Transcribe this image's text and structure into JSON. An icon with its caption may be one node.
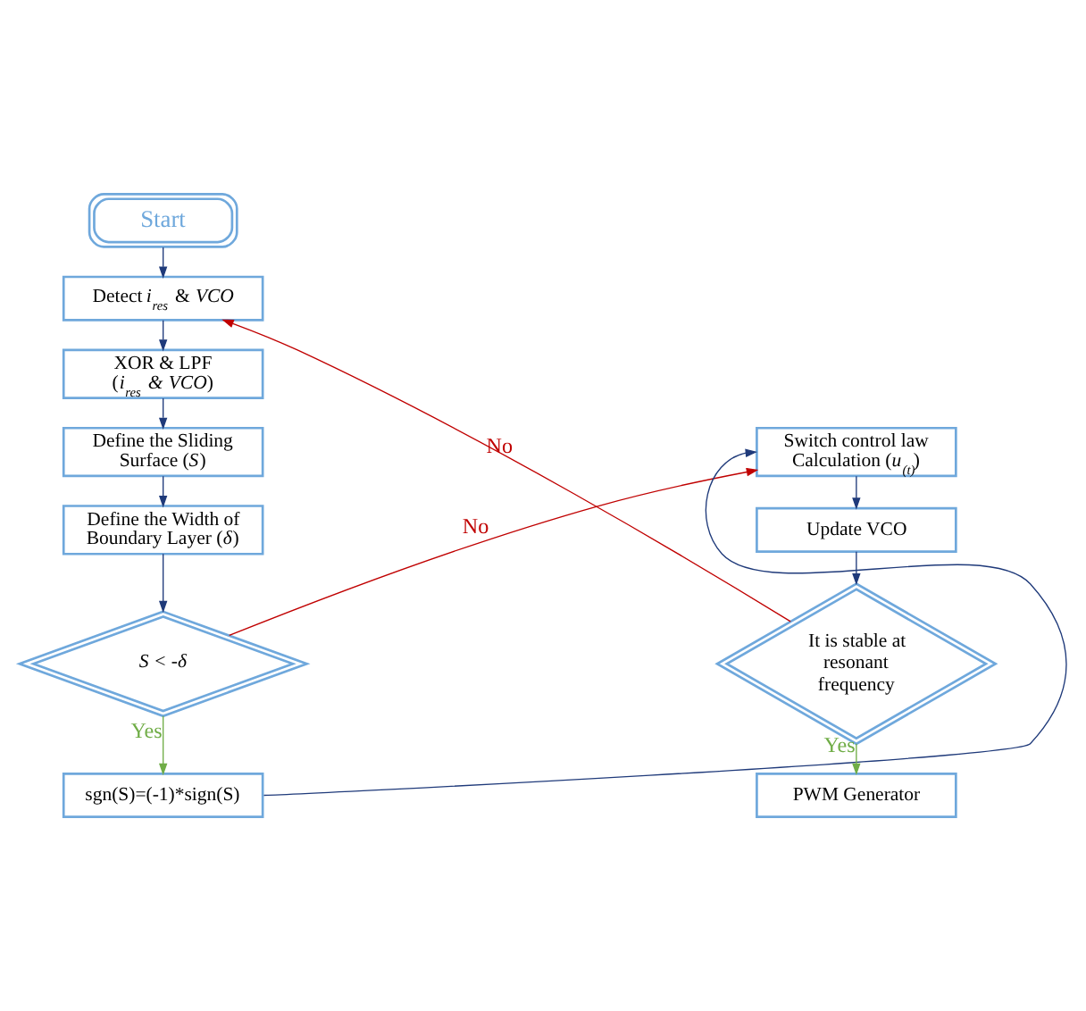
{
  "diagram": {
    "nodes": [
      {
        "text": [
          "Start"
        ]
      },
      {
        "text": [
          "Detect *i*$_{res}$ & *VCO*"
        ]
      },
      {
        "text": [
          "XOR & LPF (*i*$_{res}$ *&* *VCO*)"
        ]
      },
      {
        "text": [
          "Define the Sliding Surface (*S*)"
        ]
      },
      {
        "text": [
          "Define the Width of Boundary Layer (*δ*)"
        ]
      },
      {
        "text": [
          "*S < -δ*"
        ]
      },
      {
        "text": [
          "sgn(S)=(-1)*sign(S)"
        ]
      },
      {
        "text": [
          "Switch control law Calculation (*u*$_{(t)}$)"
        ]
      },
      {
        "text": [
          "Update VCO"
        ]
      },
      {
        "text": [
          "It is stable at resonant frequency"
        ]
      },
      {
        "text": [
          "PWM Generator"
        ]
      }
    ],
    "edges": [
      {
        "from": 0,
        "to": 1,
        "arrow": "to"
      },
      {
        "from": 1,
        "to": 2,
        "arrow": "to"
      },
      {
        "from": 2,
        "to": 3,
        "arrow": "to"
      },
      {
        "from": 3,
        "to": 4,
        "arrow": "to"
      },
      {
        "from": 4,
        "to": 5,
        "arrow": "to"
      },
      {
        "from": 5,
        "to": 6,
        "arrow": "to",
        "label": "Yes",
        "color": "#70ad47"
      },
      {
        "from": 5,
        "to": 7,
        "arrow": "to",
        "label": "No",
        "color": "#c00000"
      },
      {
        "from": 6,
        "to": 7,
        "arrow": "to"
      },
      {
        "from": 7,
        "to": 8,
        "arrow": "to"
      },
      {
        "from": 8,
        "to": 9,
        "arrow": "to"
      },
      {
        "from": 9,
        "to": 10,
        "arrow": "to",
        "label": "Yes",
        "color": "#70ad47"
      },
      {
        "from": 9,
        "to": 1,
        "arrow": "to",
        "label": "No",
        "color": "#c00000"
      }
    ]
  }
}
